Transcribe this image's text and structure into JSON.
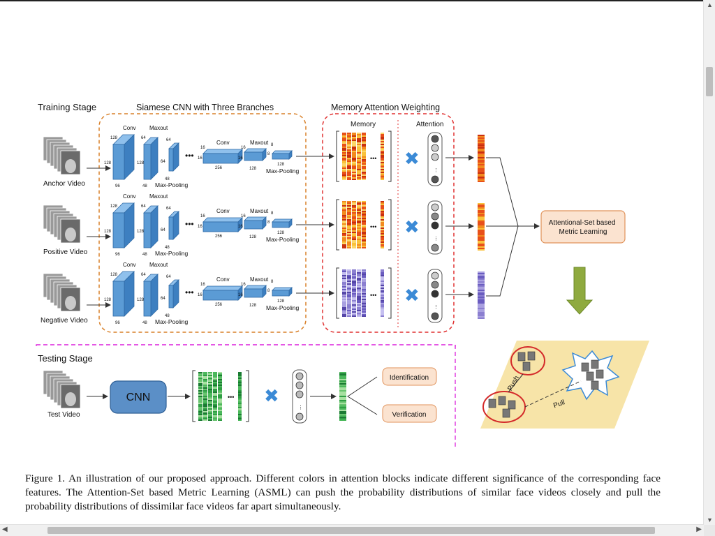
{
  "figure": {
    "training_stage": "Training Stage",
    "siamese_title": "Siamese CNN with Three Branches",
    "memory_title": "Memory Attention Weighting",
    "memory_label": "Memory",
    "attention_label": "Attention",
    "branches": [
      {
        "video_label": "Anchor Video"
      },
      {
        "video_label": "Positive Video"
      },
      {
        "video_label": "Negative Video"
      }
    ],
    "cnn_labels": {
      "conv": "Conv",
      "maxout": "Maxout",
      "max_pooling": "Max-Pooling",
      "dims": [
        "128",
        "128",
        "64",
        "64",
        "96",
        "48",
        "48",
        "16",
        "16",
        "256",
        "16",
        "16",
        "8",
        "8",
        "128",
        "128"
      ]
    },
    "asml_box": "Attentional-Set based Metric Learning",
    "testing_stage": "Testing Stage",
    "test_video": "Test Video",
    "cnn_box": "CNN",
    "identification": "Identification",
    "verification": "Verification",
    "push": "Push",
    "pull": "Pull",
    "ellipsis": "•••",
    "colors": {
      "orange_dash": "#d9812a",
      "red_dash": "#e03030",
      "magenta_dash": "#e040e0",
      "cube": "#5b9bd5",
      "asml_fill": "#fbe3d0",
      "cnn_fill": "#5b8fc7",
      "green_arrow": "#8faa3f",
      "diamond": "#f7e4a8"
    }
  },
  "caption": "Figure 1. An illustration of our proposed approach. Different colors in attention blocks indicate different significance of the corresponding face features. The Attention-Set based Metric Learning (ASML) can push the probability distributions of similar face videos closely and pull the probability distributions of dissimilar face videos far apart simultaneously."
}
